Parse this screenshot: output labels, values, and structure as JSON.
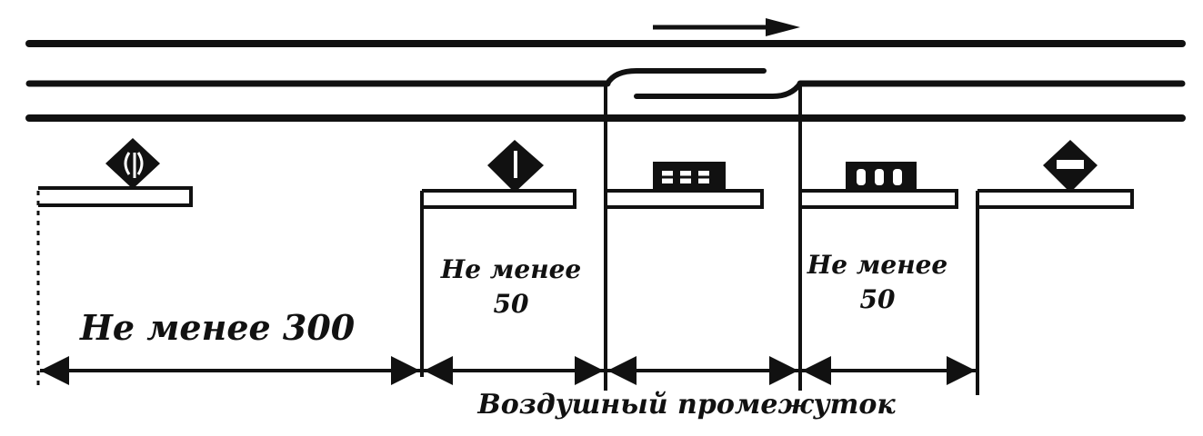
{
  "labels": {
    "distance_300": "Не менее 300",
    "distance_50_left_line1": "Не менее",
    "distance_50_left_line2": "50",
    "distance_50_right_line1": "Не менее",
    "distance_50_right_line2": "50",
    "air_gap": "Воздушный промежуток"
  },
  "colors": {
    "ink": "#111111",
    "background": "#ffffff"
  },
  "icons": [
    "direction-arrow-icon",
    "diamond-sign-icon",
    "rect-sign-icon"
  ]
}
